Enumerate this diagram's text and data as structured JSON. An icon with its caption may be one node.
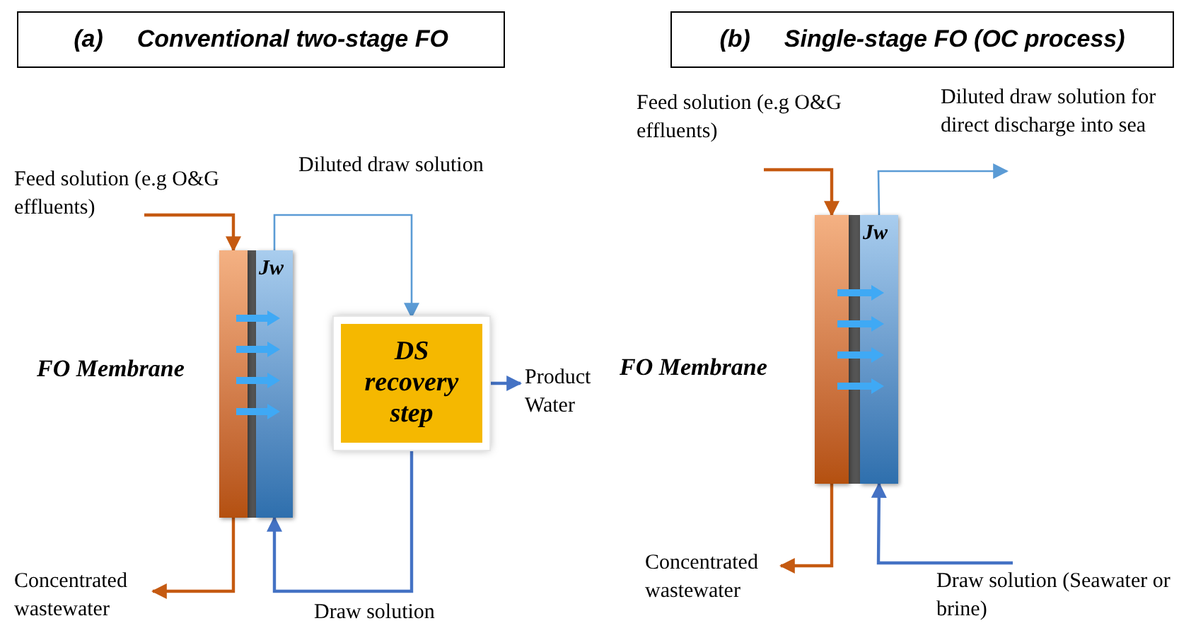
{
  "diagram": {
    "nodes": [
      {
        "text": [
          "(a)",
          "Conventional two-stage FO"
        ]
      },
      {
        "text": [],
        "shape": "bar"
      },
      {
        "text": [
          "Jw"
        ]
      },
      {
        "text": [
          "DS recovery step"
        ]
      },
      {
        "text": [
          "(b)",
          "Single-stage FO (OC process)"
        ]
      },
      {
        "text": [],
        "shape": "bar"
      },
      {
        "text": [
          "Jw"
        ]
      }
    ],
    "edges": [
      {
        "from": null,
        "to": 1,
        "arrow": "to",
        "label": "Feed solution (e.g O&G effluents)",
        "color": "#c55a11"
      },
      {
        "from": 2,
        "to": 3,
        "arrow": "to",
        "label": "Diluted draw solution",
        "color": "#5b9bd5"
      },
      {
        "from": 3,
        "to": null,
        "arrow": "to",
        "label": "Product Water",
        "color": "#4472c4"
      },
      {
        "from": 3,
        "to": 2,
        "arrow": "to",
        "label": "Draw solution",
        "color": "#4472c4"
      },
      {
        "from": 1,
        "to": null,
        "arrow": "to",
        "label": "Concentrated wastewater",
        "color": "#c55a11"
      },
      {
        "from": null,
        "to": 5,
        "arrow": "to",
        "label": "Feed solution (e.g O&G effluents)",
        "color": "#c55a11"
      },
      {
        "from": 6,
        "to": null,
        "arrow": "to",
        "label": "Diluted draw solution for direct discharge into sea",
        "color": "#5b9bd5"
      },
      {
        "from": 5,
        "to": null,
        "arrow": "to",
        "label": "Concentrated wastewater",
        "color": "#c55a11"
      },
      {
        "from": null,
        "to": 6,
        "arrow": "to",
        "label": "Draw solution (Seawater or brine)",
        "color": "#4472c4"
      },
      {
        "from": 1,
        "to": 2,
        "arrow": "to",
        "style": "thick",
        "color": "#3fa9f5"
      },
      {
        "from": 1,
        "to": 2,
        "arrow": "to",
        "style": "thick",
        "color": "#3fa9f5"
      },
      {
        "from": 1,
        "to": 2,
        "arrow": "to",
        "style": "thick",
        "color": "#3fa9f5"
      },
      {
        "from": 1,
        "to": 2,
        "arrow": "to",
        "style": "thick",
        "color": "#3fa9f5"
      },
      {
        "from": 5,
        "to": 6,
        "arrow": "to",
        "style": "thick",
        "color": "#3fa9f5"
      },
      {
        "from": 5,
        "to": 6,
        "arrow": "to",
        "style": "thick",
        "color": "#3fa9f5"
      },
      {
        "from": 5,
        "to": 6,
        "arrow": "to",
        "style": "thick",
        "color": "#3fa9f5"
      },
      {
        "from": 5,
        "to": 6,
        "arrow": "to",
        "style": "thick",
        "color": "#3fa9f5"
      }
    ],
    "labels": [
      "FO Membrane",
      "FO Membrane"
    ]
  }
}
